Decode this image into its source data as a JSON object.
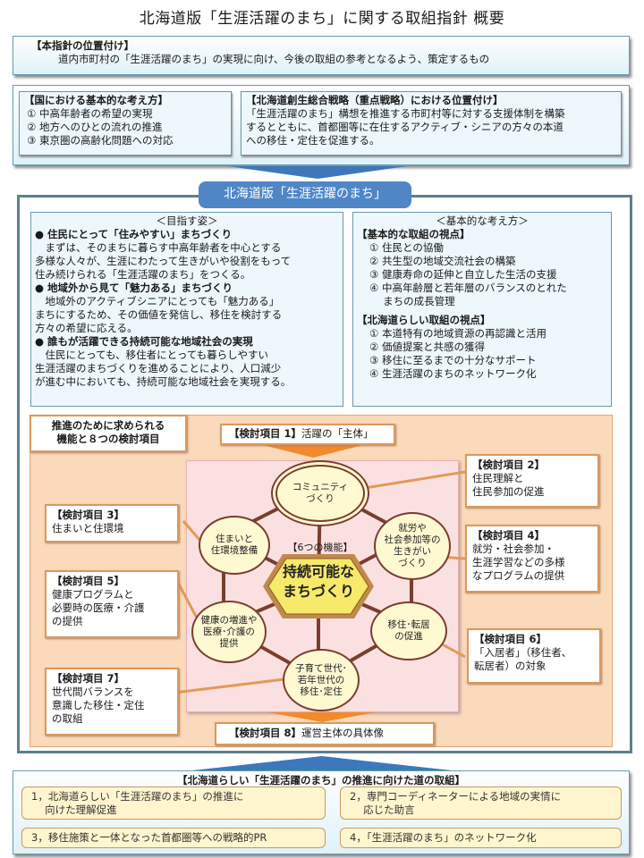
{
  "title": "北海道版「生涯活躍のまち」に関する取組指針 概要",
  "positioning": {
    "heading": "【本指針の位置付け】",
    "body": "道内市町村の「生涯活躍のまち」の実現に向け、今後の取組の参考となるよう、策定するもの"
  },
  "national_approach": {
    "heading": "【国における基本的な考え方】",
    "items": [
      "① 中高年齢者の希望の実現",
      "② 地方へのひとの流れの推進",
      "③ 東京圏の高齢化問題への対応"
    ]
  },
  "hokkaido_strategy": {
    "heading": "【北海道創生総合戦略（重点戦略）における位置付け】",
    "body_lines": [
      "「生涯活躍のまち」構想を推進する市町村等に対する支援体制を構築",
      "するとともに、首都圏等に在住するアクティブ・シニアの方々の本道",
      "への移住・定住を促進する。"
    ]
  },
  "main_frame": {
    "label": "北海道版「生涯活躍のまち」",
    "vision": {
      "heading": "＜目指す姿＞",
      "sections": [
        {
          "title": "● 住民にとって「住みやすい」まちづくり",
          "lines": [
            "　まずは、そのまちに暮らす中高年齢者を中心とする",
            "多様な人々が、生涯にわたって生きがいや役割をもって",
            "住み続けられる「生涯活躍のまち」をつくる。"
          ]
        },
        {
          "title": "● 地域外から見て「魅力ある」まちづくり",
          "lines": [
            "　地域外のアクティブシニアにとっても「魅力ある」",
            "まちにするため、その価値を発信し、移住を検討する",
            "方々の希望に応える。"
          ]
        },
        {
          "title": "● 誰もが活躍できる持続可能な地域社会の実現",
          "lines": [
            "　住民にとっても、移住者にとっても暮らしやすい",
            "生涯活躍のまちづくりを進めることにより、人口減少",
            "が進む中においても、持続可能な地域社会を実現する。"
          ]
        }
      ]
    },
    "basic_approach": {
      "heading": "＜基本的な考え方＞",
      "basic_view": {
        "title": "【基本的な取組の視点】",
        "items": [
          "① 住民との協働",
          "② 共生型の地域交流社会の構築",
          "③ 健康寿命の延伸と自立した生活の支援",
          "④ 中高年齢層と若年層のバランスのとれた",
          "　 まちの成長管理"
        ]
      },
      "hokkaido_view": {
        "title": "【北海道らしい取組の視点】",
        "items": [
          "① 本道特有の地域資源の再認識と活用",
          "② 価値提案と共感の獲得",
          "③ 移住に至るまでの十分なサポート",
          "④ 生涯活躍のまちのネットワーク化"
        ]
      }
    },
    "functions_section": {
      "label_lines": [
        "推進のために求められる",
        "機能と８つの検討項目"
      ],
      "items": [
        {
          "head": "【検討項目 1】",
          "body": "活躍の「主体」"
        },
        {
          "head": "【検討項目 2】",
          "body_lines": [
            "住民理解と",
            "住民参加の促進"
          ]
        },
        {
          "head": "【検討項目 3】",
          "body_lines": [
            "住まいと住環境"
          ]
        },
        {
          "head": "【検討項目 4】",
          "body_lines": [
            "就労・社会参加・",
            "生涯学習などの多様",
            "なプログラムの提供"
          ]
        },
        {
          "head": "【検討項目 5】",
          "body_lines": [
            "健康プログラムと",
            "必要時の医療・介護",
            "の提供"
          ]
        },
        {
          "head": "【検討項目 6】",
          "body_lines": [
            "「入居者」（移住者、",
            "転居者）の対象"
          ]
        },
        {
          "head": "【検討項目 7】",
          "body_lines": [
            "世代間バランスを",
            "意識した移住・定住",
            "の取組"
          ]
        },
        {
          "head": "【検討項目 8】",
          "body": "運営主体の具体像"
        }
      ],
      "hub": {
        "caption": "【6つの機能】",
        "center_lines": [
          "持続可能な",
          "まちづくり"
        ],
        "functions": [
          {
            "lines": [
              "コミュニティ",
              "づくり"
            ]
          },
          {
            "lines": [
              "就労や",
              "社会参加等の",
              "生きがい",
              "づくり"
            ]
          },
          {
            "lines": [
              "移住･転居",
              "の促進"
            ]
          },
          {
            "lines": [
              "子育て世代･",
              "若年世代の",
              "移住･定住"
            ]
          },
          {
            "lines": [
              "健康の増進や",
              "医療･介護の",
              "提供"
            ]
          },
          {
            "lines": [
              "住まいと",
              "住環境整備"
            ]
          }
        ]
      }
    }
  },
  "bottom": {
    "heading": "【北海道らしい「生涯活躍のまち」の推進に向けた道の取組】",
    "items": [
      {
        "lines": [
          "1，北海道らしい「生涯活躍のまち」の推進に",
          "　 向けた理解促進"
        ]
      },
      {
        "lines": [
          "2，専門コーディネーターによる地域の実情に",
          "　 応じた助言"
        ]
      },
      {
        "lines": [
          "3，移住施策と一体となった首都圏等への戦略的PR"
        ]
      },
      {
        "lines": [
          "4，「生涯活躍のまち」のネットワーク化"
        ]
      }
    ]
  },
  "colors": {
    "tab_blue": "#4f86c6",
    "arrow_blue": "#3d78bc",
    "frame_gray": "#5f7f8c",
    "orange_area": "#fbd9bb",
    "orange_border": "#d89a5c",
    "pink_area": "#fbe0e2",
    "circle_fill": "#fff9d2",
    "circle_border": "#7a3e2e",
    "hex_fill": "#f7e96a"
  }
}
